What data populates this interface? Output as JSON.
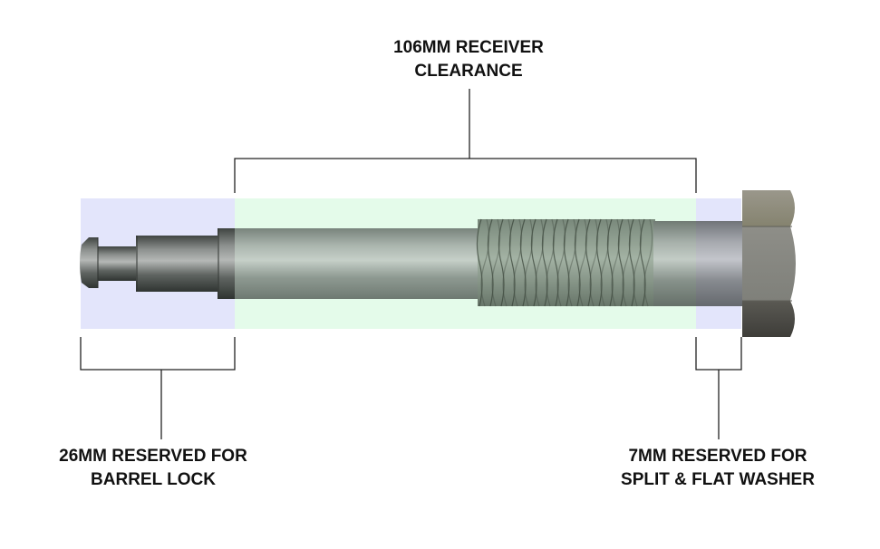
{
  "labels": {
    "receiver": {
      "line1": "106MM RECEIVER",
      "line2": "CLEARANCE"
    },
    "barrel_lock": {
      "line1": "26MM RESERVED FOR",
      "line2": "BARREL LOCK"
    },
    "washer": {
      "line1": "7MM RESERVED FOR",
      "line2": "SPLIT & FLAT WASHER"
    }
  },
  "colors": {
    "reserved_zone": "#e3e5fb",
    "clearance_zone": "#e4fbea",
    "bracket": "#222222",
    "shaft": "#5a5f5c",
    "thread": "#5e6a5e",
    "nut": "#8a8a80"
  }
}
